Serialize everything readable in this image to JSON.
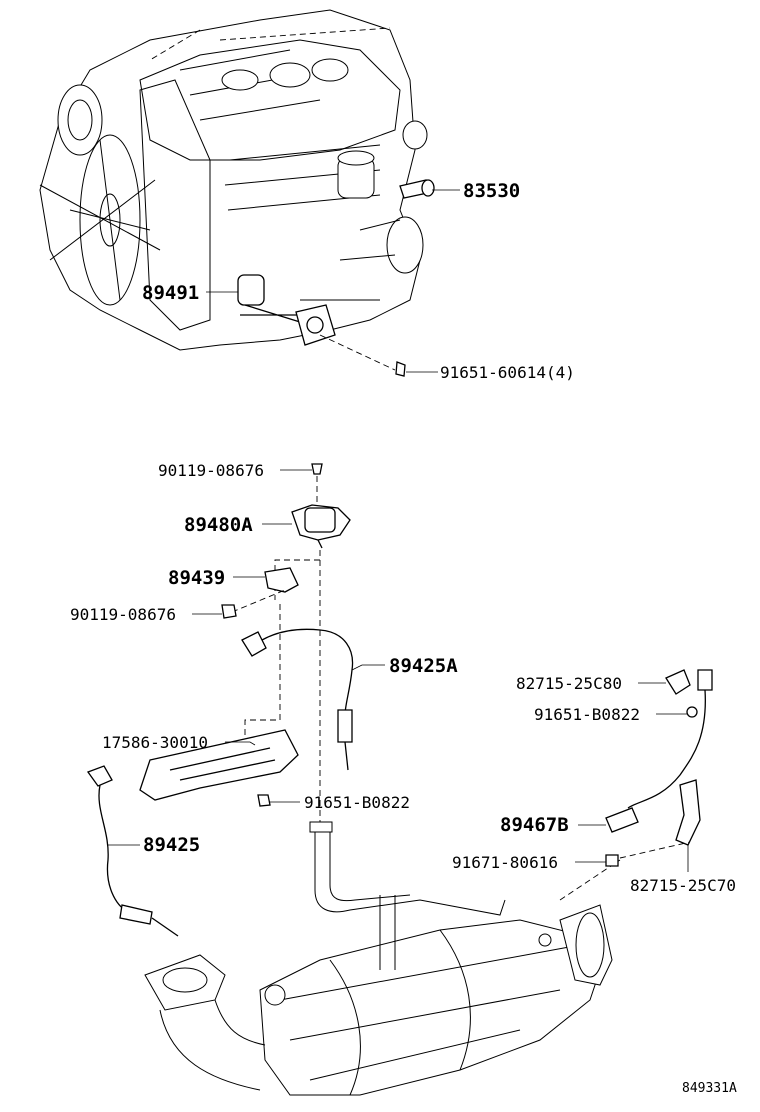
{
  "parts": {
    "p83530": "83530",
    "p89491": "89491",
    "p91651_60614": "91651-60614(4)",
    "p90119_08676_top": "90119-08676",
    "p89480A": "89480A",
    "p89439": "89439",
    "p90119_08676_mid": "90119-08676",
    "p89425A": "89425A",
    "p82715_25C80": "82715-25C80",
    "p91651_B0822_right": "91651-B0822",
    "p17586_30010": "17586-30010",
    "p91651_B0822_mid": "91651-B0822",
    "p89467B": "89467B",
    "p89425": "89425",
    "p91671_80616": "91671-80616",
    "p82715_25C70": "82715-25C70"
  },
  "figure_id": "849331A"
}
